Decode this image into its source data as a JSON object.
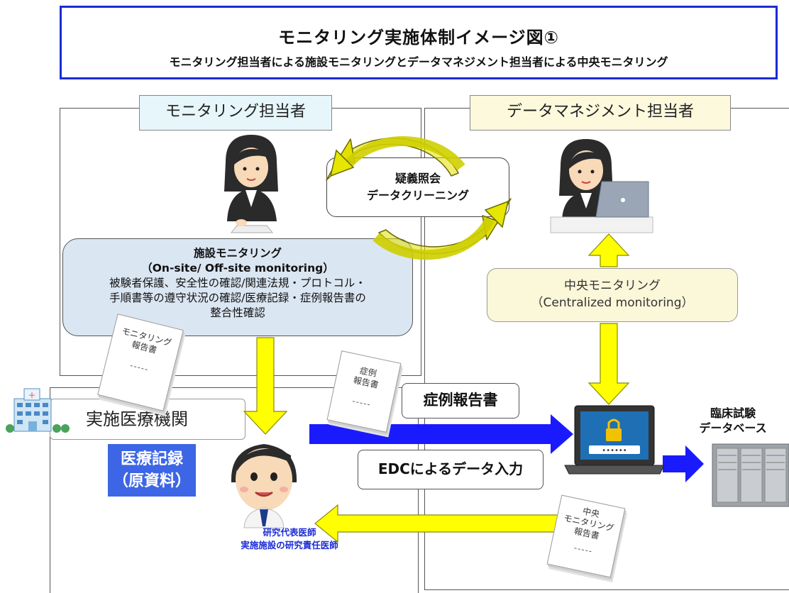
{
  "title": {
    "main": "モニタリング実施体制イメージ図①",
    "sub": "モニタリング担当者による施設モニタリングとデータマネジメント担当者による中央モニタリング"
  },
  "roles": {
    "monitor": "モニタリング担当者",
    "data_manager": "データマネジメント担当者"
  },
  "query_box": {
    "line1": "疑義照会",
    "line2": "データクリーニング"
  },
  "onsite": {
    "title": "施設モニタリング",
    "subtitle": "（On-site/ Off-site monitoring）",
    "line1": "被験者保護、安全性の確認/関連法規・プロトコル・",
    "line2": "手順書等の遵守状況の確認/医療記録・症例報告書の",
    "line3": "整合性確認"
  },
  "central": {
    "line1": "中央モニタリング",
    "line2": "（Centralized monitoring）"
  },
  "site": {
    "label": "実施医療機関"
  },
  "medical_record": {
    "line1": "医療記録",
    "line2": "（原資料）"
  },
  "crf_label": "症例報告書",
  "edc_label": "EDCによるデータ入力",
  "database": {
    "line1": "臨床試験",
    "line2": "データベース"
  },
  "doctor": {
    "line1": "研究代表医師",
    "line2": "実施施設の研究責任医師"
  },
  "docs": {
    "monitoring_report": {
      "line1": "モニタリング",
      "line2": "報告書",
      "dashes": "-----"
    },
    "case_report": {
      "line1": "症例",
      "line2": "報告書",
      "dashes": "-----"
    },
    "central_report": {
      "line1": "中央",
      "line2": "モニタリング",
      "line3": "報告書",
      "dashes": "-----"
    }
  },
  "colors": {
    "title_border": "#1a2bd6",
    "yellow_arrow": "#ffff00",
    "blue_arrow": "#1a1aff",
    "onsite_fill": "#dbe6f3",
    "central_fill": "#fbf7d9",
    "monitor_role_fill": "#e6f6fb",
    "dm_role_fill": "#fcf9dc",
    "record_fill": "#3d66e6"
  },
  "icons": [
    "hospital-icon",
    "monitor-person-icon",
    "data-manager-icon",
    "doctor-icon",
    "laptop-lock-icon",
    "server-icon",
    "cycle-arrows-icon"
  ]
}
